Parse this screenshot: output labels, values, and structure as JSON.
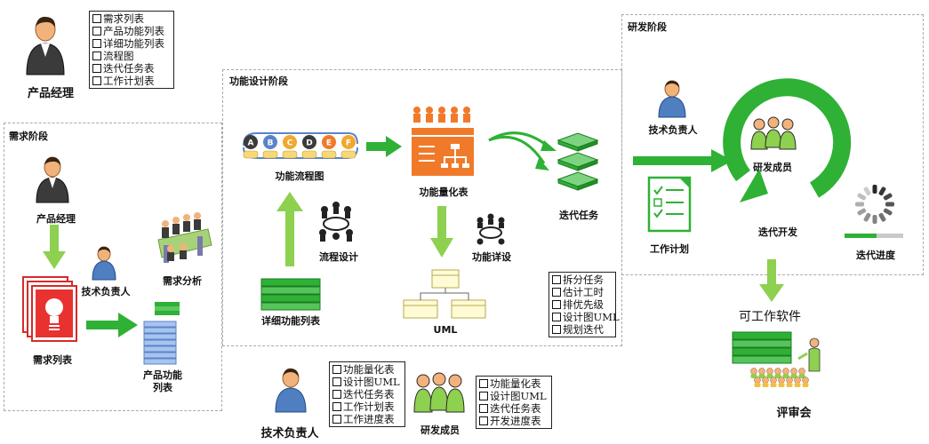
{
  "regions": {
    "requirements": "需求阶段",
    "design": "功能设计阶段",
    "development": "研发阶段"
  },
  "roles": {
    "product_manager_top": "产品经理",
    "product_manager": "产品经理",
    "tech_lead_req": "技术负责人",
    "tech_lead_dev": "技术负责人",
    "tech_lead_bottom": "技术负责人",
    "dev_members_dev": "研发成员",
    "dev_members_bottom": "研发成员"
  },
  "labels": {
    "req_analysis": "需求分析",
    "req_list": "需求列表",
    "product_func_list": "产品功能\n列表",
    "func_flowchart": "功能流程图",
    "flow_design": "流程设计",
    "detail_func_list": "详细功能列表",
    "func_quant_table": "功能量化表",
    "func_detail_design": "功能详设",
    "uml": "UML",
    "iteration_tasks": "迭代任务",
    "work_plan": "工作计划",
    "iteration_dev": "迭代开发",
    "iteration_progress": "迭代进度",
    "working_software": "可工作软件",
    "review_meeting": "评审会"
  },
  "flow_steps": [
    "A",
    "B",
    "C",
    "D",
    "E",
    "F"
  ],
  "checklists": {
    "pm": [
      "需求列表",
      "产品功能列表",
      "详细功能列表",
      "流程图",
      "迭代任务表",
      "工作计划表"
    ],
    "design": [
      "拆分任务",
      "估计工时",
      "排优先级",
      "设计图UML",
      "规划迭代"
    ],
    "tech_lead": [
      "功能量化表",
      "设计图UML",
      "迭代任务表",
      "工作计划表",
      "工作进度表"
    ],
    "dev_members": [
      "功能量化表",
      "设计图UML",
      "迭代任务表",
      "开发进度表"
    ]
  },
  "colors": {
    "accent_green": "#2eb135",
    "light_green": "#8ed04f",
    "orange": "#f07a2a",
    "region_border": "#a9a9a9"
  }
}
